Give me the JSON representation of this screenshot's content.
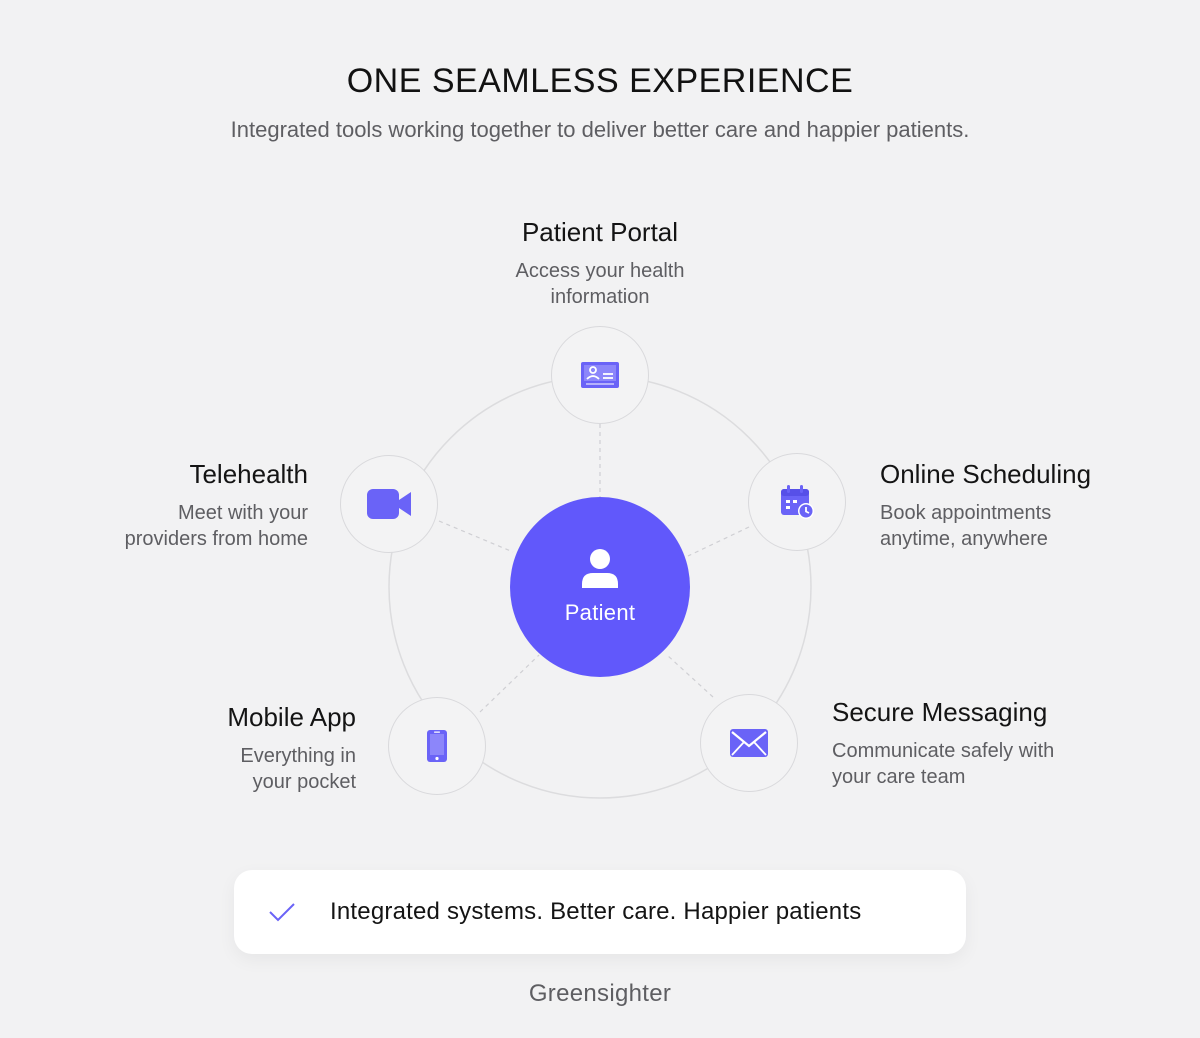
{
  "header": {
    "title": "ONE SEAMLESS EXPERIENCE",
    "subtitle": "Integrated tools working together to deliver better care and happier patients."
  },
  "center": {
    "label": "Patient",
    "icon": "user-icon"
  },
  "nodes": [
    {
      "id": "patient-portal",
      "title": "Patient Portal",
      "desc_line1": "Access your health",
      "desc_line2": "information",
      "icon": "id-card-icon"
    },
    {
      "id": "online-scheduling",
      "title": "Online Scheduling",
      "desc_line1": "Book appointments",
      "desc_line2": "anytime, anywhere",
      "icon": "calendar-clock-icon"
    },
    {
      "id": "secure-messaging",
      "title": "Secure Messaging",
      "desc_line1": "Communicate safely with",
      "desc_line2": "your care team",
      "icon": "envelope-icon"
    },
    {
      "id": "mobile-app",
      "title": "Mobile App",
      "desc_line1": "Everything in",
      "desc_line2": "your pocket",
      "icon": "phone-icon"
    },
    {
      "id": "telehealth",
      "title": "Telehealth",
      "desc_line1": "Meet with your",
      "desc_line2": "providers from home",
      "icon": "video-camera-icon"
    }
  ],
  "banner": {
    "text": "Integrated systems. Better care. Happier patients",
    "icon": "check-icon"
  },
  "footer": {
    "brand": "Greensighter"
  },
  "colors": {
    "accent": "#6158fb",
    "icon": "#6a63f7",
    "background": "#f2f2f3",
    "ring": "#d9d9dc"
  }
}
